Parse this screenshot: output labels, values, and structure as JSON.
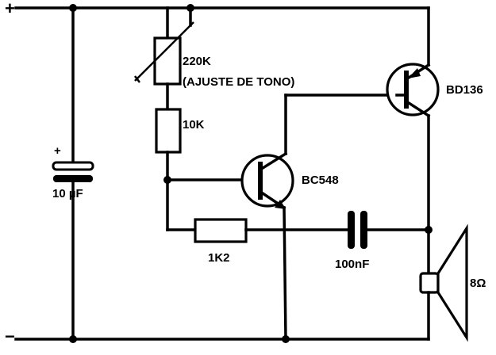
{
  "rails": {
    "positive_sign": "+",
    "negative_sign": "−"
  },
  "components": {
    "trimmer": {
      "value": "220K",
      "note": "(AJUSTE DE TONO)"
    },
    "resistor_10k": {
      "value": "10K"
    },
    "resistor_1k2": {
      "value": "1K2"
    },
    "capacitor_electrolytic": {
      "polarity": "+",
      "value": "10 µF"
    },
    "capacitor_film": {
      "value": "100nF"
    },
    "transistor_npn": {
      "part": "BC548"
    },
    "transistor_pnp": {
      "part": "BD136"
    },
    "speaker": {
      "value": "8Ω"
    }
  }
}
